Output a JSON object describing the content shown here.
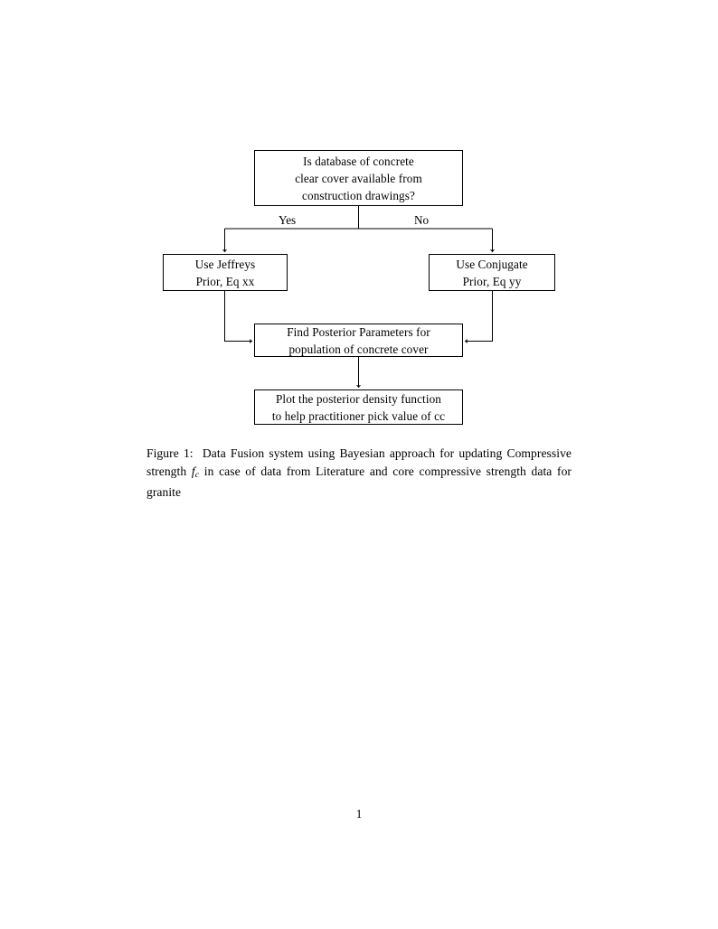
{
  "document": {
    "page_number": "1"
  },
  "figure": {
    "nodes": {
      "decision": {
        "lines": [
          "Is database of concrete",
          "clear cover available from",
          "construction drawings?"
        ]
      },
      "jeffreys": {
        "lines": [
          "Use Jeffreys",
          "Prior, Eq xx"
        ]
      },
      "conjugate": {
        "lines": [
          "Use Conjugate",
          "Prior, Eq yy"
        ]
      },
      "posterior": {
        "lines": [
          "Find Posterior Parameters for",
          "population of concrete cover"
        ]
      },
      "plot": {
        "lines": [
          "Plot the posterior density function",
          "to help practitioner pick value of cc"
        ]
      }
    },
    "edge_labels": {
      "yes": "Yes",
      "no": "No"
    },
    "stroke_color": "#000000"
  },
  "caption": {
    "label": "Figure 1:",
    "text_before_math": "Data Fusion system using Bayesian approach for updating Compressive strength",
    "math_base": "f",
    "math_sub": "c",
    "text_after_math": "in case of data from Literature and core compressive strength data for granite"
  }
}
